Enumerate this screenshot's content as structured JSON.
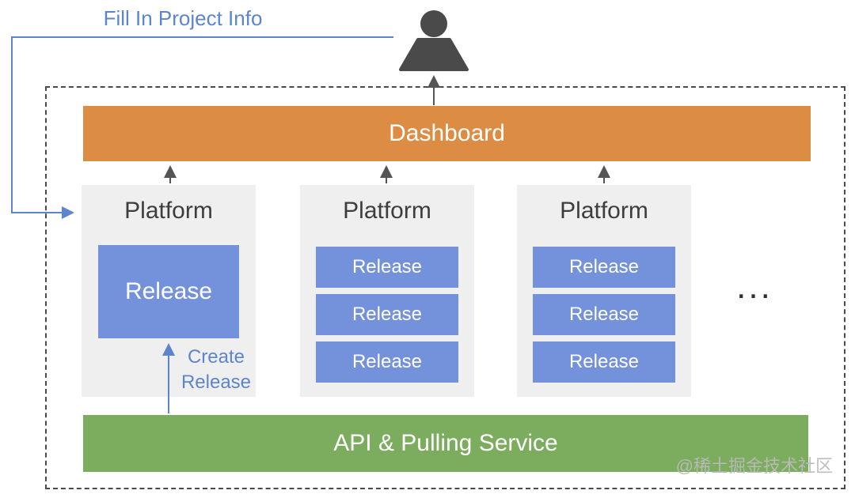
{
  "annotations": {
    "fill_in_project_info": "Fill In Project Info",
    "create_release": "Create Release",
    "more_platforms": "...",
    "watermark": "@稀土掘金技术社区"
  },
  "dashboard": {
    "label": "Dashboard"
  },
  "platforms": [
    {
      "label": "Platform",
      "releases": [
        "Release"
      ]
    },
    {
      "label": "Platform",
      "releases": [
        "Release",
        "Release",
        "Release"
      ]
    },
    {
      "label": "Platform",
      "releases": [
        "Release",
        "Release",
        "Release"
      ]
    }
  ],
  "api_service": {
    "label": "API & Pulling Service"
  },
  "colors": {
    "dashboard_orange": "#DC8D43",
    "release_blue": "#7492DB",
    "service_green": "#7CAC5D",
    "platform_gray": "#EFEFEF",
    "annotation_blue": "#5C85CE",
    "arrow_gray": "#555555",
    "user_icon_gray": "#4a4a4a"
  }
}
